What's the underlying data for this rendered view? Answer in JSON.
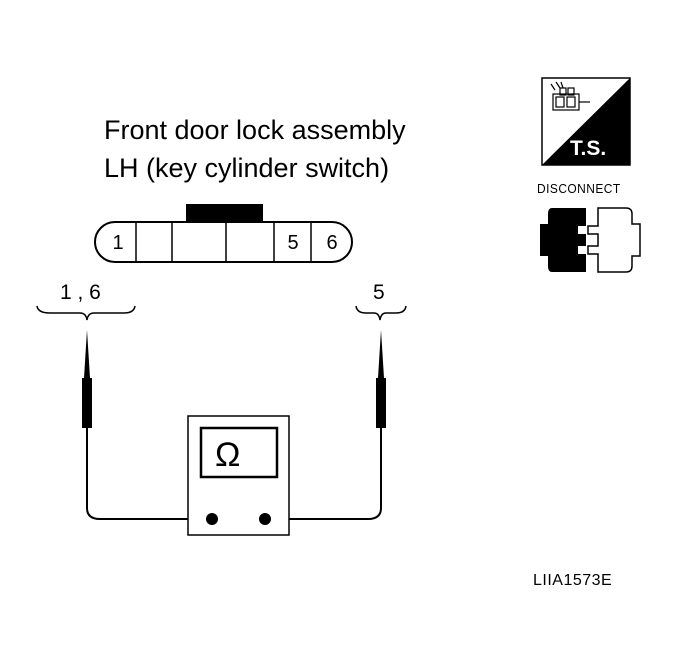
{
  "title": {
    "line1": "Front door lock assembly",
    "line2": "LH (key cylinder switch)"
  },
  "connector": {
    "pins": [
      "1",
      "5",
      "6"
    ]
  },
  "probes": {
    "left_label": "1 , 6",
    "right_label": "5"
  },
  "meter": {
    "symbol": "Ω"
  },
  "icons": {
    "ts_label": "T.S.",
    "disconnect_label": "DISCONNECT"
  },
  "figure_code": "LIIA1573E"
}
